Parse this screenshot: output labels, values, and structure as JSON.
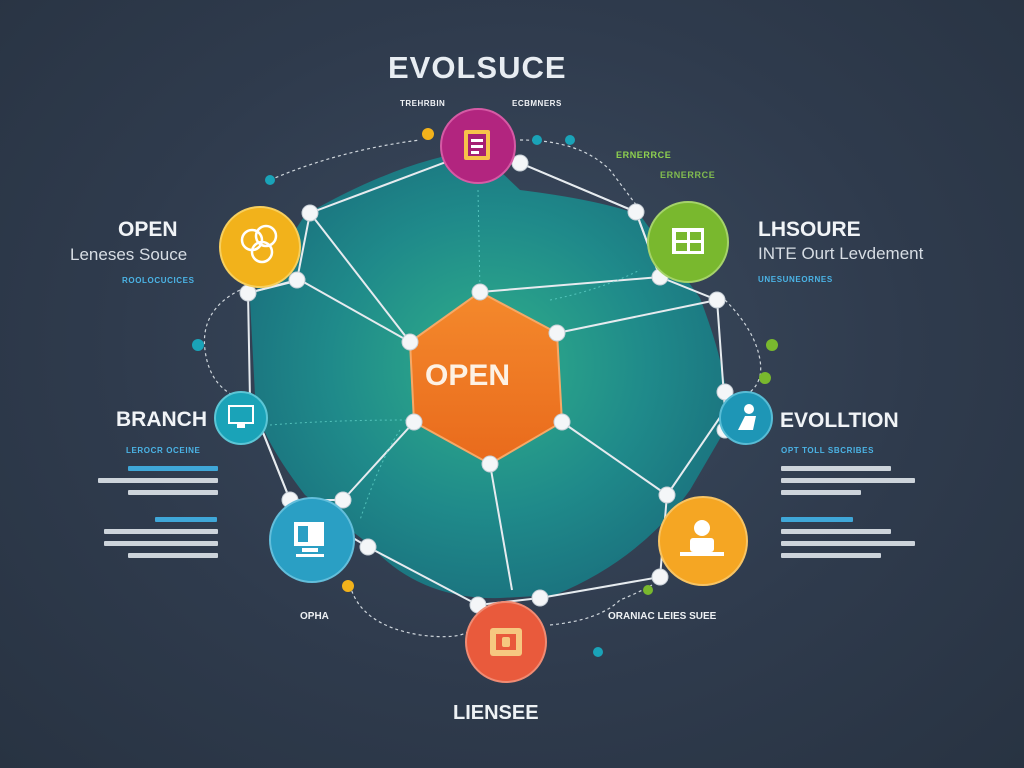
{
  "title": "EVOLSUCE",
  "top_left_small": "TREHRBIN",
  "top_right_small": "ECBMNERS",
  "green_small": "ERNERRCE",
  "left_top": {
    "heading": "OPEN",
    "subtitle": "Leneses Souce",
    "caption": "ROOLOCUCICES"
  },
  "right_top": {
    "heading": "LHSOURE",
    "subtitle": "INTE Ourt Levdement",
    "caption": "UNESUNEORNES"
  },
  "left_mid": {
    "heading": "BRANCH",
    "caption": "LEROCR OCEINE"
  },
  "right_mid": {
    "heading": "EVOLLTION",
    "caption": "OPT TOLL SBCRIBES"
  },
  "center_label": "OPEN",
  "bottom_title": "LIENSEE",
  "bottom_left_small": "OPHA",
  "bottom_right_small": "ORANIAC LEIES SUEE",
  "colors": {
    "background": "#2f3b4d",
    "teal_blob": "#1f8f8c",
    "center_hex": "#ef7a22",
    "node_magenta": "#b2257f",
    "node_yellow": "#f2b21b",
    "node_green": "#79b82e",
    "node_teal_left": "#1aa3b8",
    "node_teal_right": "#1e96b6",
    "node_blue": "#2a9fc4",
    "node_orange": "#f5a623",
    "node_red": "#e95a3c",
    "accent_blue": "#4bb4e6",
    "accent_green": "#8fd14f"
  },
  "nodes": [
    {
      "id": "top",
      "icon": "document-icon"
    },
    {
      "id": "left-top",
      "icon": "people-icon"
    },
    {
      "id": "right-top",
      "icon": "windows-icon"
    },
    {
      "id": "left-mid",
      "icon": "monitor-icon"
    },
    {
      "id": "right-mid",
      "icon": "person-icon"
    },
    {
      "id": "left-bottom",
      "icon": "computer-icon"
    },
    {
      "id": "right-bottom",
      "icon": "user-desk-icon"
    },
    {
      "id": "bottom",
      "icon": "briefcase-icon"
    }
  ]
}
